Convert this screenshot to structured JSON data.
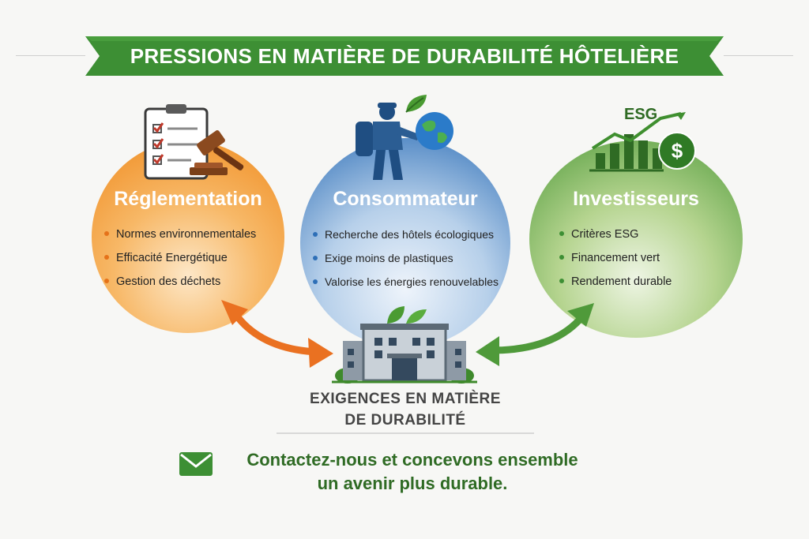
{
  "title": "PRESSIONS EN MATIÈRE DE DURABILITÉ HÔTELIÈRE",
  "pillars": [
    {
      "title": "Réglementation",
      "items": [
        "Normes environnementales",
        "Efficacité Energétique",
        "Gestion des déchets"
      ]
    },
    {
      "title": "Consommateur",
      "items": [
        "Recherche des hôtels écologiques",
        "Exige moins de plastiques",
        "Valorise les énergies renouvelables"
      ]
    },
    {
      "title": "Investisseurs",
      "items": [
        "Critères ESG",
        "Financement vert",
        "Rendement durable"
      ]
    }
  ],
  "esg_label": "ESG",
  "center": {
    "line1": "EXIGENCES EN MATIÈRE",
    "line2": "DE DURABILITÉ"
  },
  "cta": {
    "line1": "Contactez-nous et concevons ensemble",
    "line2": "un avenir plus durable."
  },
  "colors": {
    "orange": "#ef8a1e",
    "blue": "#2e6fb7",
    "green": "#4f9a3a",
    "banner": "#3d8f34"
  },
  "icons": [
    "clipboard-icon",
    "gavel-icon",
    "traveler-icon",
    "globe-icon",
    "leaf-icon",
    "chart-icon",
    "dollar-icon",
    "hotel-icon",
    "envelope-icon"
  ]
}
